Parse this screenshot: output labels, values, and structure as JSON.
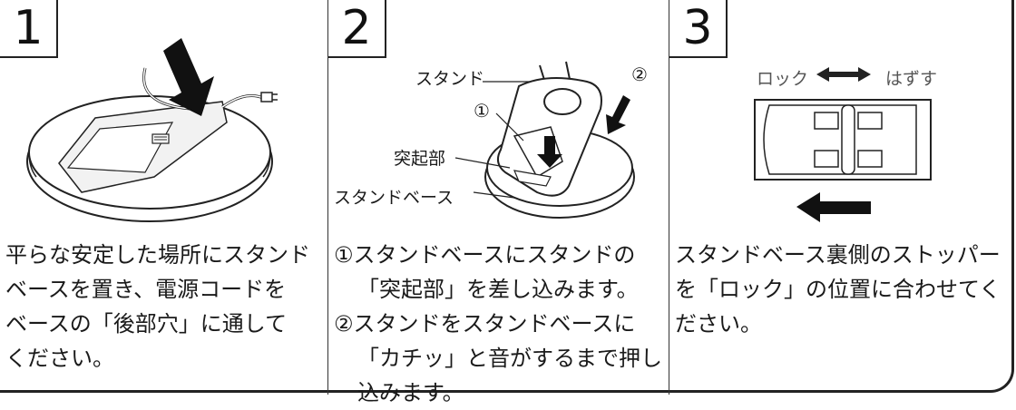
{
  "steps": [
    {
      "number": "1",
      "lines": [
        "平らな安定した場所にスタンド",
        "ベースを置き、電源コードを",
        "ベースの「後部穴」に通して",
        "ください。"
      ]
    },
    {
      "number": "2",
      "labels": {
        "stand": "スタンド",
        "protrusion": "突起部",
        "stand_base": "スタンドベース",
        "marker_1": "①",
        "marker_2": "②"
      },
      "lines": [
        "①スタンドベースにスタンドの",
        "「突起部」を差し込みます。",
        "②スタンドをスタンドベースに",
        "「カチッ」と音がするまで押し",
        "込みます。"
      ]
    },
    {
      "number": "3",
      "labels": {
        "lock": "ロック",
        "release": "はずす"
      },
      "lines": [
        "スタンドベース裏側のストッパー",
        "を「ロック」の位置に合わせてく",
        "ださい。"
      ]
    }
  ]
}
